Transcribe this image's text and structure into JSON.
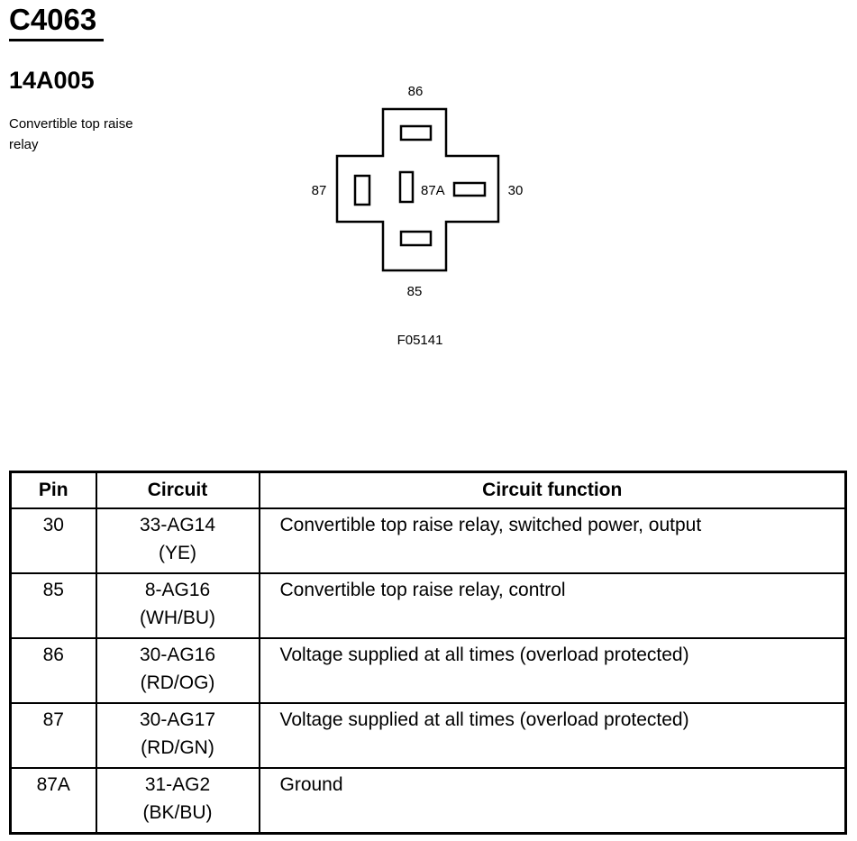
{
  "connector": {
    "id": "C4063",
    "part_number": "14A005",
    "description": "Convertible top raise relay"
  },
  "diagram": {
    "pin_labels": {
      "top": "86",
      "left": "87",
      "center": "87A",
      "right": "30",
      "bottom": "85"
    },
    "figure_id": "F05141"
  },
  "table": {
    "headers": {
      "pin": "Pin",
      "circuit": "Circuit",
      "function": "Circuit function"
    },
    "rows": [
      {
        "pin": "30",
        "circuit": "33-AG14",
        "color": "(YE)",
        "function": "Convertible top raise relay, switched power, output"
      },
      {
        "pin": "85",
        "circuit": "8-AG16",
        "color": "(WH/BU)",
        "function": "Convertible top raise relay, control"
      },
      {
        "pin": "86",
        "circuit": "30-AG16",
        "color": "(RD/OG)",
        "function": "Voltage supplied at all times (overload protected)"
      },
      {
        "pin": "87",
        "circuit": "30-AG17",
        "color": "(RD/GN)",
        "function": "Voltage supplied at all times (overload protected)"
      },
      {
        "pin": "87A",
        "circuit": "31-AG2",
        "color": "(BK/BU)",
        "function": "Ground"
      }
    ]
  }
}
